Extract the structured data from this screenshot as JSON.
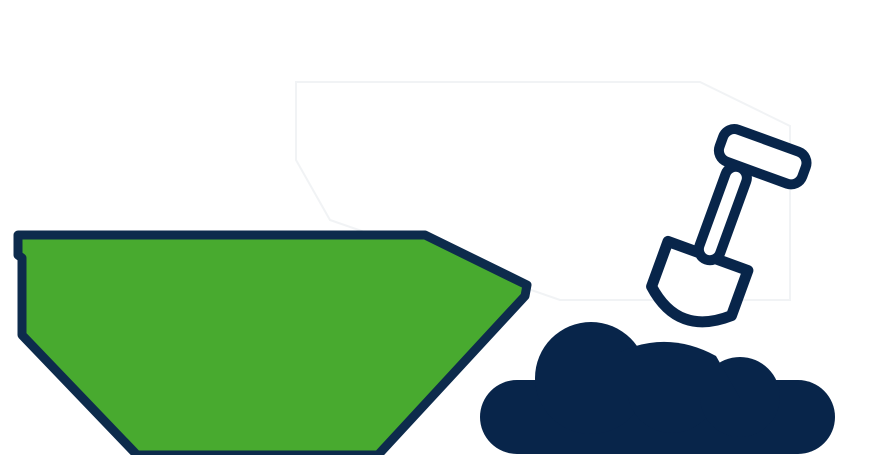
{
  "illustration": {
    "subjects": [
      "skip-bin",
      "shovel",
      "soil-pile"
    ],
    "colors": {
      "background": "#ffffff",
      "skip_fill": "#48aa2f",
      "outline": "#0d2b4c",
      "soil": "#08254a",
      "shovel_fill": "#ffffff"
    }
  }
}
